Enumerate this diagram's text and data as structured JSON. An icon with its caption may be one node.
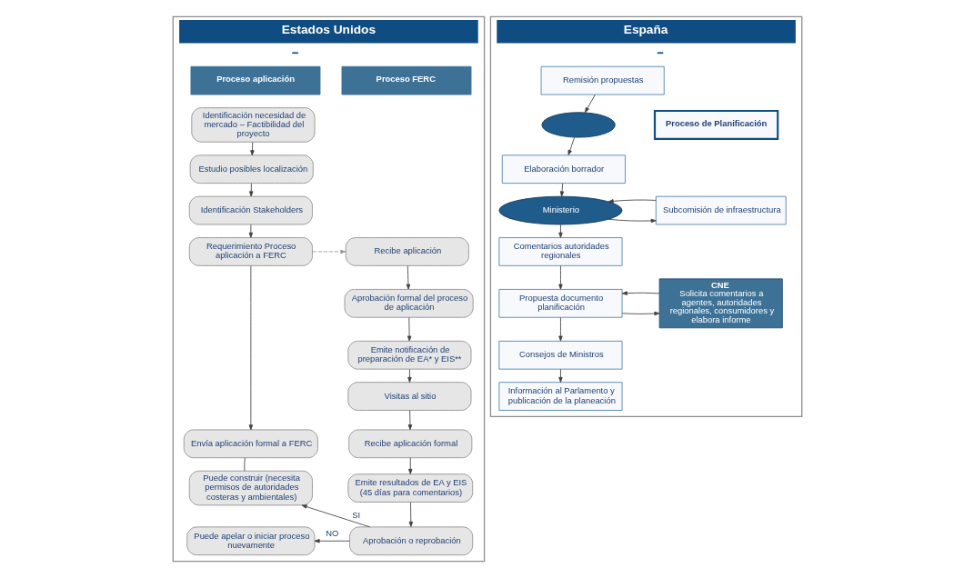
{
  "diagram": {
    "nodes": [
      {
        "text": [
          "Estados Unidos"
        ]
      },
      {
        "text": [
          "Proceso aplicación"
        ],
        "in": 0
      },
      {
        "text": [
          "Proceso FERC"
        ],
        "in": 0
      },
      {
        "text": [
          "Identificación necesidad de mercado – Factibilidad del proyecto"
        ],
        "in": 0
      },
      {
        "text": [
          "Estudio posibles localización"
        ],
        "in": 0
      },
      {
        "text": [
          "Identificación Stakeholders"
        ],
        "in": 0
      },
      {
        "text": [
          "Requerimiento Proceso aplicación a FERC"
        ],
        "in": 0
      },
      {
        "text": [
          "Envía aplicación formal a FERC"
        ],
        "in": 0
      },
      {
        "text": [
          "Puede construir (necesita permisos de autoridades costeras y ambientales)"
        ],
        "in": 0
      },
      {
        "text": [
          "Puede apelar o iniciar proceso nuevamente"
        ],
        "in": 0
      },
      {
        "text": [
          "Recibe aplicación"
        ],
        "in": 0
      },
      {
        "text": [
          "Aprobación formal del proceso de aplicación"
        ],
        "in": 0
      },
      {
        "text": [
          "Emite notificación de preparación de EA* y EIS**"
        ],
        "in": 0
      },
      {
        "text": [
          "Visitas al sitio"
        ],
        "in": 0
      },
      {
        "text": [
          "Recibe aplicación formal"
        ],
        "in": 0
      },
      {
        "text": [
          "Emite resultados de EA y EIS (45 días para comentarios)"
        ],
        "in": 0
      },
      {
        "text": [
          "Aprobación o reprobación"
        ],
        "in": 0
      },
      {
        "text": [
          "España"
        ]
      },
      {
        "text": [
          "Remisión propuestas"
        ],
        "in": 17
      },
      {
        "text": [],
        "shape": "ellipse",
        "in": 17
      },
      {
        "text": [
          "Elaboración borrador"
        ],
        "in": 17
      },
      {
        "text": [
          "Ministerio"
        ],
        "in": 17
      },
      {
        "text": [
          "Subcomisión de infraestructura"
        ],
        "in": 17
      },
      {
        "text": [
          "Proceso de Planificación"
        ],
        "in": 17
      },
      {
        "text": [
          "Comentarios autoridades regionales"
        ],
        "in": 17
      },
      {
        "text": [
          "Propuesta documento planificación"
        ],
        "in": 17
      },
      {
        "text": [
          "CNE",
          "Solicita comentarios a agentes, autoridades regionales, consumidores y elabora informe"
        ],
        "in": 17
      },
      {
        "text": [
          "Consejos de Ministros"
        ],
        "in": 17
      },
      {
        "text": [
          "Información al Parlamento y publicación de la planeación"
        ],
        "in": 17
      }
    ],
    "edges": [
      {
        "from": 3,
        "to": 4,
        "arrow": "to"
      },
      {
        "from": 4,
        "to": 5,
        "arrow": "to"
      },
      {
        "from": 5,
        "to": 6,
        "arrow": "to"
      },
      {
        "from": 6,
        "to": 10,
        "arrow": "to",
        "style": "dashed",
        "color": "#999999"
      },
      {
        "from": 6,
        "to": 7,
        "arrow": "to"
      },
      {
        "from": 7,
        "to": 8,
        "arrow": "none"
      },
      {
        "from": 10,
        "to": 11,
        "arrow": "to"
      },
      {
        "from": 11,
        "to": 12,
        "arrow": "to"
      },
      {
        "from": 12,
        "to": 13,
        "arrow": "to"
      },
      {
        "from": 13,
        "to": 14,
        "arrow": "to"
      },
      {
        "from": 14,
        "to": 15,
        "arrow": "to"
      },
      {
        "from": 15,
        "to": 16,
        "arrow": "to"
      },
      {
        "from": 16,
        "to": 8,
        "arrow": "to",
        "label": "SI"
      },
      {
        "from": 16,
        "to": 9,
        "arrow": "to",
        "label": "NO"
      },
      {
        "from": 18,
        "to": 19,
        "arrow": "to"
      },
      {
        "from": 19,
        "to": 20,
        "arrow": "to"
      },
      {
        "from": 20,
        "to": 21,
        "arrow": "to"
      },
      {
        "from": 21,
        "to": 22,
        "arrow": "to"
      },
      {
        "from": 22,
        "to": 21,
        "arrow": "to"
      },
      {
        "from": 21,
        "to": 24,
        "arrow": "to"
      },
      {
        "from": 24,
        "to": 25,
        "arrow": "to"
      },
      {
        "from": 25,
        "to": 26,
        "arrow": "to"
      },
      {
        "from": 26,
        "to": 25,
        "arrow": "to"
      },
      {
        "from": 25,
        "to": 27,
        "arrow": "to"
      },
      {
        "from": 27,
        "to": 28,
        "arrow": "to"
      }
    ]
  }
}
